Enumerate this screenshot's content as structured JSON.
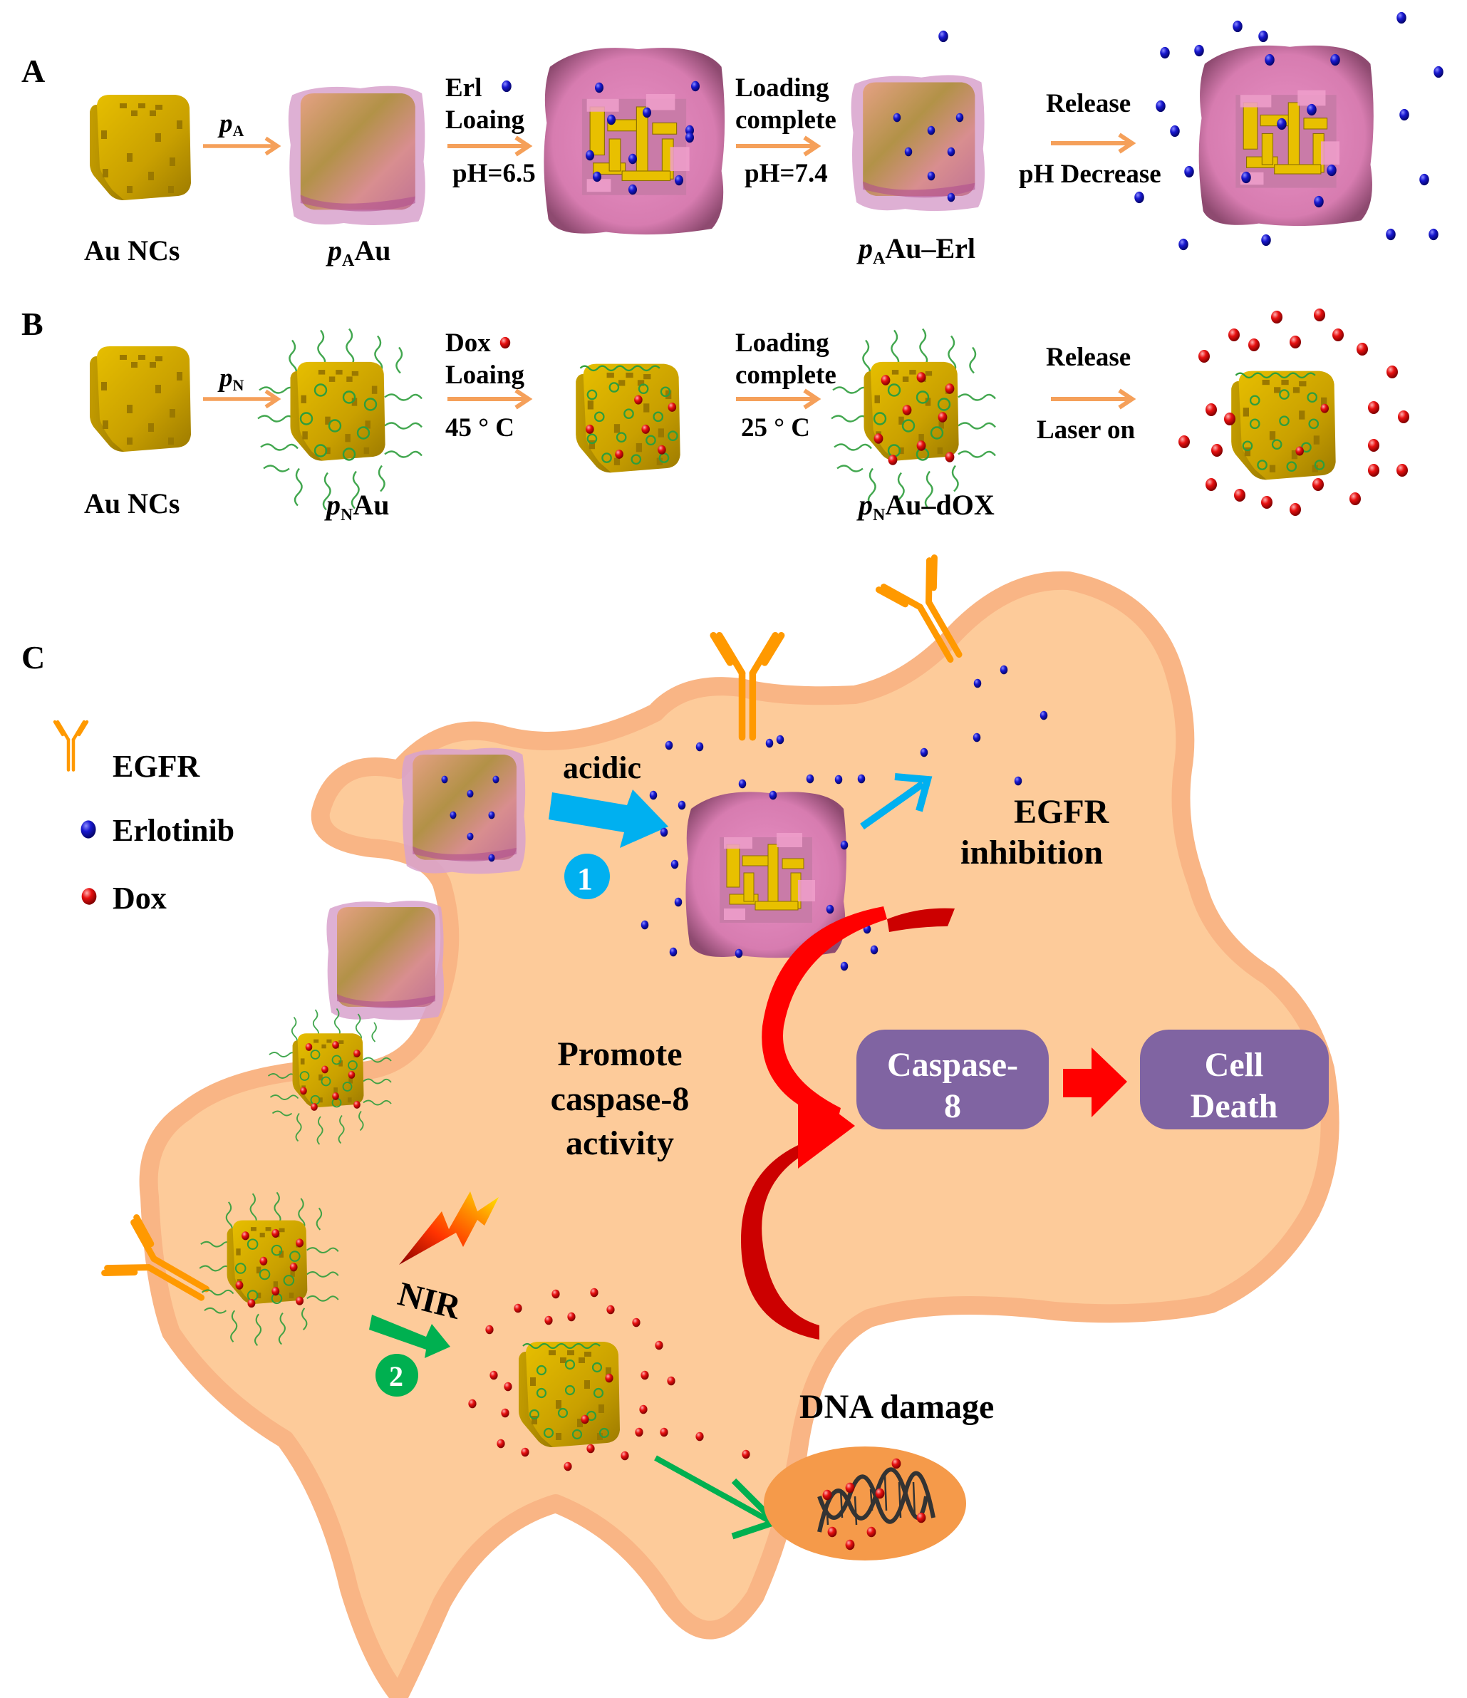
{
  "colors": {
    "arrow_orange": "#F5A05A",
    "gold": "#D4A800",
    "gold_dark": "#A88400",
    "polymer_pink": "#E58CC0",
    "polymer_dark": "#9E4F7A",
    "shell_translucent": "#D9A6CE",
    "erlotinib_blue": "#1010C8",
    "dox_red": "#E01010",
    "cell_fill": "#FDCB9A",
    "cell_membrane": "#F9B585",
    "egfr_orange": "#FF9900",
    "acidic_arrow": "#00B0F0",
    "nir_arrow": "#00B050",
    "caspase_box": "#8064A2",
    "red_arrow": "#FF0000",
    "dark_red": "#CC0000",
    "nucleus": "#F59A4A",
    "dna": "#333333"
  },
  "panel_a": {
    "label": "A",
    "items": [
      {
        "name": "Au NCs"
      },
      {
        "prefix": "p",
        "sub": "A",
        "suffix": "Au"
      },
      {
        "prefix": "p",
        "sub": "A",
        "suffix": "Au–Erl"
      }
    ],
    "steps": [
      {
        "arrow_top": {
          "prefix": "p",
          "sub": "A"
        },
        "arrow_bottom": ""
      },
      {
        "arrow_top_lines": [
          "Erl",
          "Loaing"
        ],
        "arrow_bottom": "pH=6.5",
        "marker": "erlotinib"
      },
      {
        "arrow_top_lines": [
          "Loading",
          "complete"
        ],
        "arrow_bottom": "pH=7.4"
      },
      {
        "arrow_top_lines": [
          "Release"
        ],
        "arrow_bottom": "pH Decrease"
      }
    ]
  },
  "panel_b": {
    "label": "B",
    "items": [
      {
        "name": "Au NCs"
      },
      {
        "prefix": "p",
        "sub": "N",
        "suffix": "Au"
      },
      {
        "prefix": "p",
        "sub": "N",
        "suffix": "Au–dOX"
      }
    ],
    "steps": [
      {
        "arrow_top": {
          "prefix": "p",
          "sub": "N"
        },
        "arrow_bottom": ""
      },
      {
        "arrow_top_lines": [
          "Dox",
          "Loaing"
        ],
        "arrow_bottom": "45 ° C",
        "marker": "dox"
      },
      {
        "arrow_top_lines": [
          "Loading",
          "complete"
        ],
        "arrow_bottom": "25 ° C"
      },
      {
        "arrow_top_lines": [
          "Release"
        ],
        "arrow_bottom": "Laser on"
      }
    ]
  },
  "panel_c": {
    "label": "C",
    "legend": [
      {
        "icon": "egfr-icon",
        "label": "EGFR"
      },
      {
        "icon": "erlotinib-icon",
        "label": "Erlotinib"
      },
      {
        "icon": "dox-icon",
        "label": "Dox"
      }
    ],
    "acidic_label": "acidic",
    "step1": "1",
    "step2": "2",
    "nir_label": "NIR",
    "egfr_inhibition": [
      "EGFR",
      "inhibition"
    ],
    "promote": [
      "Promote",
      "caspase-8",
      "activity"
    ],
    "caspase_box": [
      "Caspase-",
      "8"
    ],
    "death_box": [
      "Cell",
      "Death"
    ],
    "dna_damage": "DNA damage"
  }
}
